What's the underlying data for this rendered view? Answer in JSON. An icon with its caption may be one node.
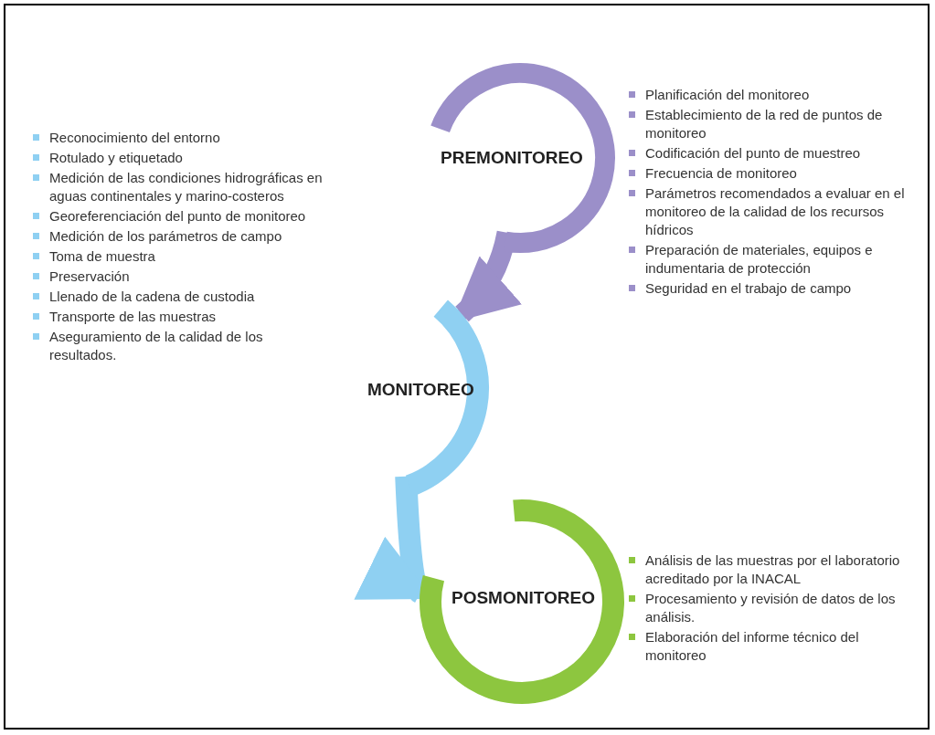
{
  "diagram": {
    "nodes": [
      {
        "text": [
          "PREMONITOREO"
        ],
        "beside": [
          "Planificación del monitoreo",
          "Establecimiento de la red de puntos de monitoreo",
          "Codificación del punto de muestreo",
          "Frecuencia de monitoreo",
          "Parámetros recomendados a evaluar en el monitoreo de la calidad de los recursos hídricos",
          "Preparación de materiales, equipos e indumentaria de protección",
          "Seguridad en el trabajo de campo"
        ]
      },
      {
        "text": [
          "MONITOREO"
        ],
        "beside": [
          "Reconocimiento del entorno",
          "Rotulado y etiquetado",
          "Medición de las condiciones hidrográficas en aguas continentales y marino-costeros",
          "Georeferenciación del punto de monitoreo",
          "Medición de los parámetros de campo",
          "Toma de muestra",
          "Preservación",
          "Llenado de la cadena de custodia",
          "Transporte de las muestras",
          "Aseguramiento de la calidad de los resultados."
        ]
      },
      {
        "text": [
          "POSMONITOREO"
        ],
        "beside": [
          "Análisis de las muestras por el laboratorio acreditado por la INACAL",
          "Procesamiento y revisión de datos de los análisis.",
          "Elaboración del informe técnico del monitoreo"
        ]
      }
    ],
    "edges": [
      {
        "from": 0,
        "to": 1,
        "arrow": "to"
      },
      {
        "from": 1,
        "to": 2,
        "arrow": "to"
      }
    ]
  }
}
